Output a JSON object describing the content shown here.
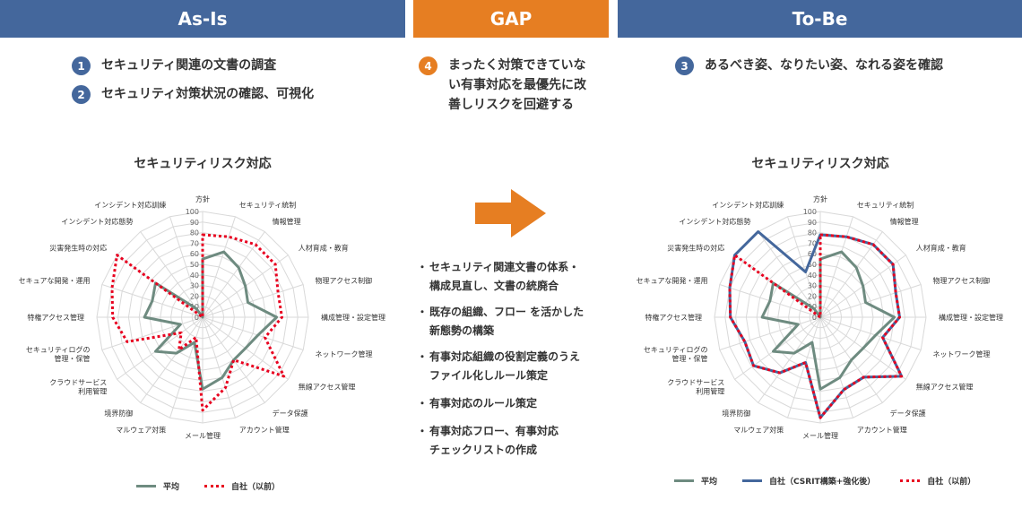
{
  "headers": {
    "asis": "As-Is",
    "gap": "GAP",
    "tobe": "To-Be"
  },
  "asis_items": [
    {
      "num": "1",
      "text": "セキュリティ関連の文書の調査"
    },
    {
      "num": "2",
      "text": "セキュリティ対策状況の確認、可視化"
    }
  ],
  "gap_item": {
    "num": "4",
    "lines": [
      "まったく対策できていな",
      "い有事対応を最優先に改",
      "善しリスクを回避する"
    ]
  },
  "tobe_item": {
    "num": "3",
    "text": "あるべき姿、なりたい姿、なれる姿を確認"
  },
  "bullets": [
    {
      "dot": "・",
      "lines": [
        "セキュリティ関連文書の体系・",
        "構成見直し、文書の統廃合"
      ]
    },
    {
      "dot": "・",
      "lines": [
        "既存の組織、フロー を活かした",
        "新態勢の構築"
      ]
    },
    {
      "dot": "・",
      "lines": [
        "有事対応組織の役割定義のうえ",
        "ファイル化しルール策定"
      ]
    },
    {
      "dot": "・",
      "lines": [
        "有事対応のルール策定"
      ]
    },
    {
      "dot": "・",
      "lines": [
        "有事対応フロー、有事対応",
        "チェックリストの作成"
      ]
    }
  ],
  "colors": {
    "header_blue": "#44679c",
    "gap_orange": "#e67e22",
    "avg": "#6e8b80",
    "self_before": "#e8001f",
    "self_after": "#44679c"
  },
  "chart_data": [
    {
      "type": "radar",
      "title": "セキュリティリスク対応",
      "rlim": [
        0,
        100
      ],
      "ticks": [
        0,
        10,
        20,
        30,
        40,
        50,
        60,
        70,
        80,
        90,
        100
      ],
      "categories": [
        [
          "方針"
        ],
        [
          "セキュリティ統制"
        ],
        [
          "情報管理"
        ],
        [
          "人材育成・教育"
        ],
        [
          "物理アクセス制御"
        ],
        [
          "構成管理・設定管理"
        ],
        [
          "ネットワーク管理"
        ],
        [
          "無線アクセス管理"
        ],
        [
          "データ保護"
        ],
        [
          "アカウント管理"
        ],
        [
          "メール管理"
        ],
        [
          "マルウェア対策"
        ],
        [
          "境界防御"
        ],
        [
          "クラウドサービス",
          "利用管理"
        ],
        [
          "セキュリティログの",
          "管理・保管"
        ],
        [
          "特権アクセス管理"
        ],
        [
          "セキュアな開発・運用"
        ],
        [
          "災害発生時の対応"
        ],
        [
          "インシデント対応態勢"
        ],
        [
          "インシデント対応訓練"
        ]
      ],
      "series": [
        {
          "name": "平均",
          "style": "solid",
          "color": "#6e8b80",
          "values": [
            55,
            65,
            58,
            50,
            45,
            70,
            55,
            50,
            50,
            60,
            68,
            25,
            42,
            55,
            22,
            55,
            50,
            55,
            10,
            0
          ]
        },
        {
          "name": "自社（以前）",
          "style": "dotted",
          "color": "#e8001f",
          "values": [
            78,
            80,
            85,
            85,
            75,
            75,
            62,
            95,
            50,
            70,
            88,
            20,
            38,
            25,
            75,
            85,
            90,
            100,
            0,
            0
          ]
        }
      ],
      "legend": "bottom"
    },
    {
      "type": "radar",
      "title": "セキュリティリスク対応",
      "rlim": [
        0,
        100
      ],
      "ticks": [
        0,
        10,
        20,
        30,
        40,
        50,
        60,
        70,
        80,
        90,
        100
      ],
      "categories": [
        [
          "方針"
        ],
        [
          "セキュリティ統制"
        ],
        [
          "情報管理"
        ],
        [
          "人材育成・教育"
        ],
        [
          "物理アクセス制御"
        ],
        [
          "構成管理・設定管理"
        ],
        [
          "ネットワーク管理"
        ],
        [
          "無線アクセス管理"
        ],
        [
          "データ保護"
        ],
        [
          "アカウント管理"
        ],
        [
          "メール管理"
        ],
        [
          "マルウェア対策"
        ],
        [
          "境界防御"
        ],
        [
          "クラウドサービス",
          "利用管理"
        ],
        [
          "セキュリティログの",
          "管理・保管"
        ],
        [
          "特権アクセス管理"
        ],
        [
          "セキュアな開発・運用"
        ],
        [
          "災害発生時の対応"
        ],
        [
          "インシデント対応態勢"
        ],
        [
          "インシデント対応訓練"
        ]
      ],
      "series": [
        {
          "name": "平均",
          "style": "solid",
          "color": "#6e8b80",
          "values": [
            55,
            65,
            58,
            50,
            45,
            70,
            55,
            50,
            50,
            60,
            68,
            25,
            42,
            55,
            22,
            55,
            50,
            55,
            10,
            0
          ]
        },
        {
          "name": "自社（CSRIT構築+強化後）",
          "style": "solid",
          "color": "#44679c",
          "values": [
            78,
            80,
            85,
            85,
            75,
            75,
            62,
            95,
            70,
            72,
            95,
            45,
            65,
            78,
            75,
            85,
            90,
            100,
            100,
            45
          ]
        },
        {
          "name": "自社（以前）",
          "style": "dotted",
          "color": "#e8001f",
          "values": [
            78,
            80,
            85,
            85,
            75,
            75,
            62,
            95,
            70,
            72,
            95,
            45,
            65,
            78,
            75,
            85,
            90,
            100,
            0,
            0
          ]
        }
      ],
      "legend": "bottom"
    }
  ]
}
